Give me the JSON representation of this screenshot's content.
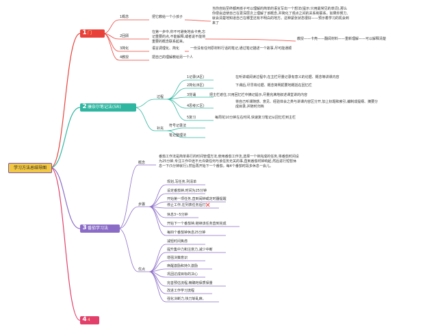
{
  "root": {
    "label": "学习方法总结导图"
  },
  "branches": [
    {
      "num": "1",
      "label": "门",
      "children": [
        {
          "label": "1概念",
          "detail": "把它教给一个小孩子",
          "note": "当你自始至终都用孩子可以理解的简单的语言写出一个想法(提示:只用最常见的单词),那么你便会迫使自己在更深层次上理解了该概念,并简化了观点之间的关系和联系。如果你努力,就会清楚地知道自己在哪里还有不明白的地方。这种紧张状态很好——预示着学习的机会到来了"
        },
        {
          "label": "2回顾",
          "detail": "在第一步中,你不可避免地会卡壳,忘记重要的点,不能解释,或者说不能将重要的概念联系起来。",
          "note": "教授——卡壳——翻阅材料——重新理解——可以解释清楚"
        },
        {
          "label": "3简化",
          "detail": "语言调理化、简化",
          "note": "一份没有任何原材料行话的笔记,通过笔记描述一个故事,尽可能通顺"
        },
        {
          "label": "4教授",
          "detail": "把自己的理解教给另一个人"
        }
      ]
    },
    {
      "num": "2",
      "label": "康奈尔笔记法(5R)",
      "groups": [
        {
          "label": "过程",
          "items": [
            {
              "label": "1记录(A区)",
              "detail": "在听讲或阅读过程中,在主栏尽量记录有意义的论据、概念等讲课内容"
            },
            {
              "label": "2简化(B区)",
              "detail": "下课后,尽早将论据、概念简明扼要地概括在回忆栏"
            },
            {
              "label": "3背诵",
              "detail": "把主栏遮住,只用回忆栏中摘记提示,尽量完满地叙述课堂讲的内容"
            },
            {
              "label": "4思考(C区)",
              "detail": "将自己听课随感、意见、经验体会之类与讲课内容区分开,加上标题和索引,编制成提纲、摘要分成目录,并随时归档"
            },
            {
              "label": "5复习",
              "detail": "每周花10分钟左右时间,快速复习笔记从回忆栏到主栏"
            }
          ]
        },
        {
          "label": "补充",
          "items": [
            {
              "label": "符号记录法"
            },
            {
              "label": "笔记整理法"
            }
          ]
        }
      ]
    },
    {
      "num": "3",
      "label": "番茄学习法",
      "groups": [
        {
          "label": "概念",
          "note": "番茄工作法是简单易行的时间管理方法,使用番茄工作法,选择一个待完成的任务,将番茄时间设为25分钟,专注工作中途不允许做任何与该任务无关的事,直到番茄时钟响起,然后进行短暂休息一下(5分钟就行),然后再开始下一个番茄。每4个番茄时段多休息一会儿。"
        },
        {
          "label": "步骤",
          "items": [
            "规划,写任务,列清单",
            "设定番茄钟,时间为25分钟",
            "开始第一项任务,直到闹钟或定时器提醒",
            "停止工作,在列表任务后打❌",
            "休息3~5分钟",
            "开始下一个番茄钟,继续该任务直到完成",
            "每四个番茄钟休息25分钟"
          ]
        },
        {
          "label": "优点",
          "items": [
            "减轻时间焦虑",
            "提升集中力和注意力,减少中断",
            "增强决策意识",
            "唤醒激励和持久激励",
            "巩固达成目标的决心",
            "完善预估流程,精确地保质保量",
            "改进工作学习流程",
            "强化决断力,快刀斩乱麻。"
          ]
        }
      ]
    },
    {
      "num": "4",
      "label": "4"
    }
  ],
  "colors": {
    "branch1": "#e8413a",
    "branch2": "#2fb6a0",
    "branch3": "#8a6cc7",
    "branch4": "#e23f6a",
    "root_fill": "#f2c744",
    "root_border": "#7a5aa8"
  }
}
